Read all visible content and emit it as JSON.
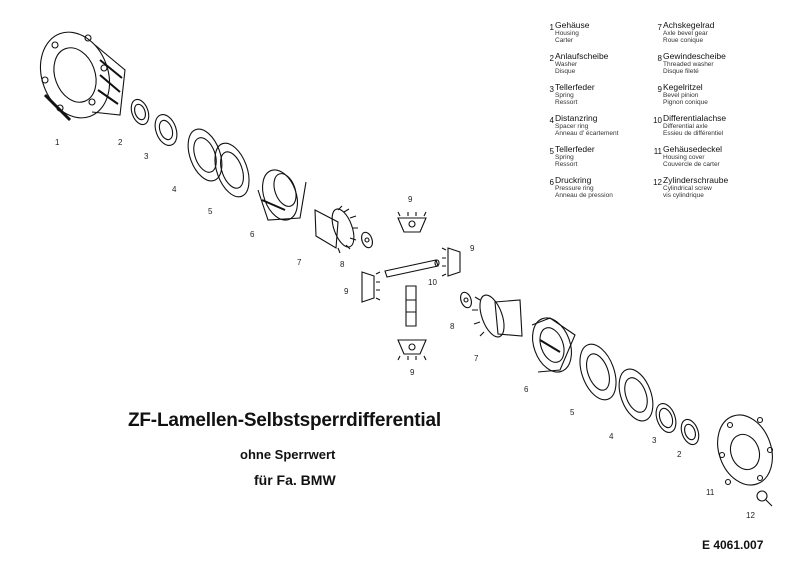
{
  "legend": [
    {
      "num": "1",
      "de": "Gehäuse",
      "en": "Housing",
      "fr": "Carter"
    },
    {
      "num": "2",
      "de": "Anlaufscheibe",
      "en": "Washer",
      "fr": "Disque"
    },
    {
      "num": "3",
      "de": "Tellerfeder",
      "en": "Spring",
      "fr": "Ressort"
    },
    {
      "num": "4",
      "de": "Distanzring",
      "en": "Spacer ring",
      "fr": "Anneau d' écartement"
    },
    {
      "num": "5",
      "de": "Tellerfeder",
      "en": "Spring",
      "fr": "Ressort"
    },
    {
      "num": "6",
      "de": "Druckring",
      "en": "Pressure ring",
      "fr": "Anneau de pression"
    },
    {
      "num": "7",
      "de": "Achskegelrad",
      "en": "Axle bevel gear",
      "fr": "Roue conique"
    },
    {
      "num": "8",
      "de": "Gewindescheibe",
      "en": "Threaded washer",
      "fr": "Disque fileté"
    },
    {
      "num": "9",
      "de": "Kegelritzel",
      "en": "Bevel pinion",
      "fr": "Pignon conique"
    },
    {
      "num": "10",
      "de": "Differentialachse",
      "en": "Differential axle",
      "fr": "Essieu de différentiel"
    },
    {
      "num": "11",
      "de": "Gehäusedeckel",
      "en": "Housing cover",
      "fr": "Couvercle de carter"
    },
    {
      "num": "12",
      "de": "Zylinderschraube",
      "en": "Cylindrical screw",
      "fr": "vis cylindrique"
    }
  ],
  "title": "ZF-Lamellen-Selbstsperrdifferential",
  "subtitle": "ohne Sperrwert",
  "subtitle2": "für Fa. BMW",
  "drawing_number": "E 4061.007",
  "callouts": {
    "c1": "1",
    "c2": "2",
    "c3": "3",
    "c4": "4",
    "c5": "5",
    "c6": "6",
    "c7": "7",
    "c8": "8",
    "c9a": "9",
    "c9b": "9",
    "c10": "10",
    "c9c": "9",
    "c9d": "9",
    "c8b": "8",
    "c7b": "7",
    "c6b": "6",
    "c5b": "5",
    "c4b": "4",
    "c3b": "3",
    "c2b": "2",
    "c11": "11",
    "c12": "12"
  }
}
